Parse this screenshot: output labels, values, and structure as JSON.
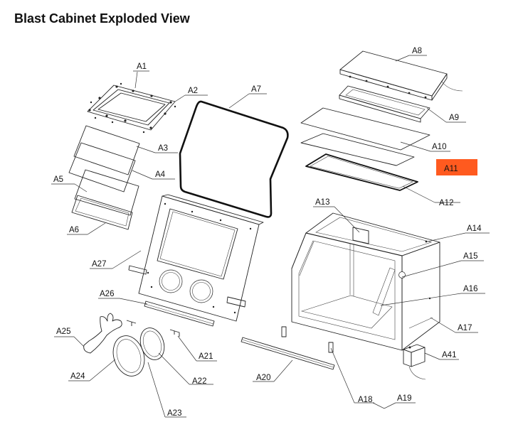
{
  "title": "Blast Cabinet Exploded View",
  "highlight_color": "#ff5a1f",
  "labels": {
    "A1": "A1",
    "A2": "A2",
    "A3": "A3",
    "A4": "A4",
    "A5": "A5",
    "A6": "A6",
    "A7": "A7",
    "A8": "A8",
    "A9": "A9",
    "A10": "A10",
    "A11": "A11",
    "A12": "A12",
    "A13": "A13",
    "A14": "A14",
    "A15": "A15",
    "A16": "A16",
    "A17": "A17",
    "A18": "A18",
    "A19": "A19",
    "A20": "A20",
    "A21": "A21",
    "A22": "A22",
    "A23": "A23",
    "A24": "A24",
    "A25": "A25",
    "A26": "A26",
    "A27": "A27",
    "A41": "A41"
  },
  "highlighted_label": "A11"
}
